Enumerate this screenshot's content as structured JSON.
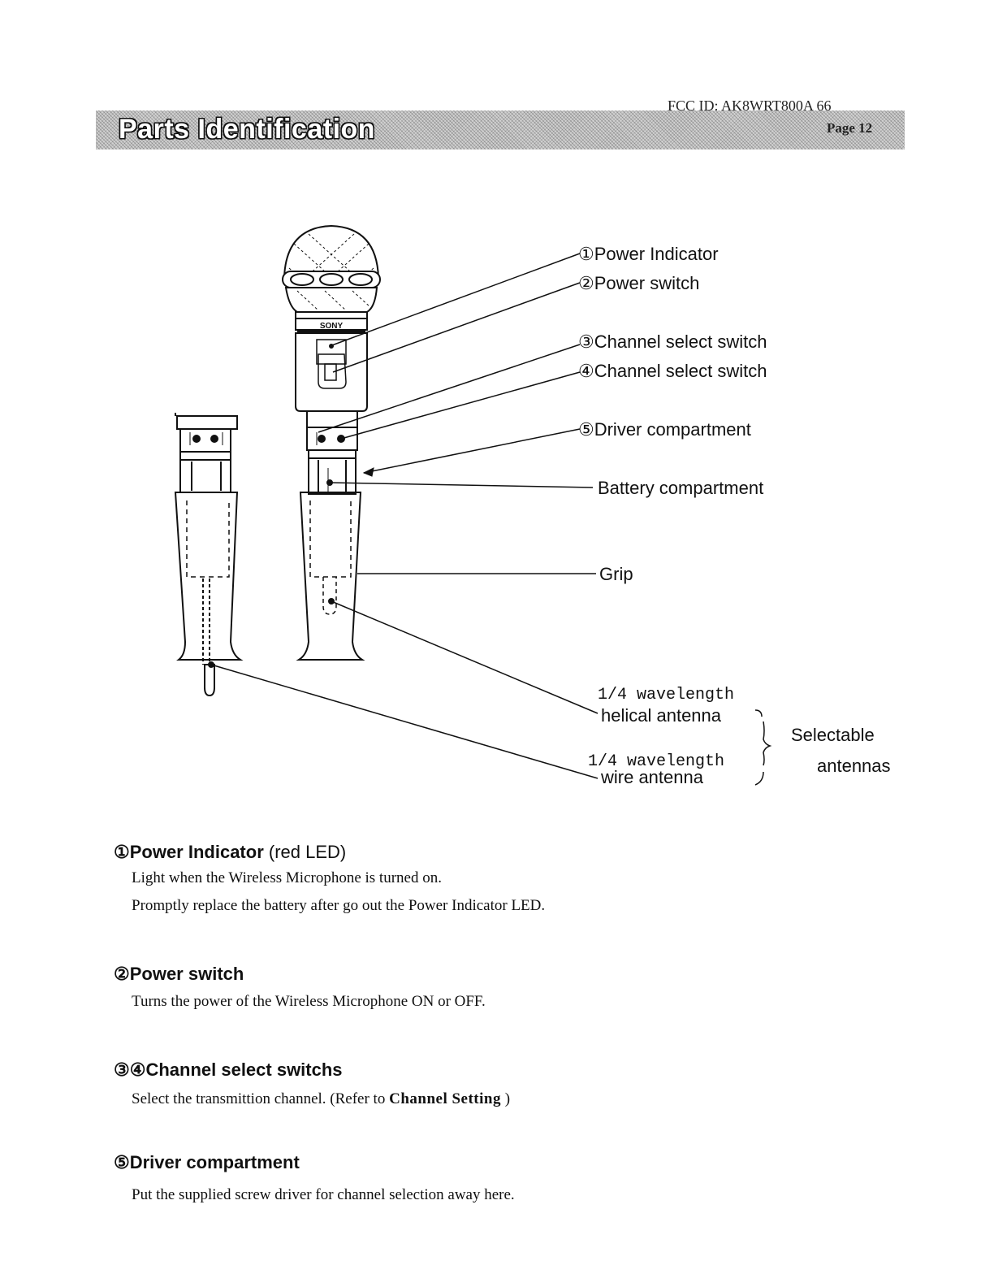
{
  "header": {
    "title": "Parts Identification",
    "fcc_id": "FCC ID: AK8WRT800A",
    "fcc_suffix": "66",
    "page": "Page 12"
  },
  "diagram": {
    "brand": "SONY",
    "labels": {
      "power_indicator": "①Power Indicator",
      "power_switch": "②Power switch",
      "channel_switch_3": "③Channel select switch",
      "channel_switch_4": "④Channel select switch",
      "driver_compartment": "⑤Driver compartment",
      "battery_compartment": "Battery compartment",
      "grip": "Grip",
      "helical_line1": "1/4 wavelength",
      "helical_line2": "helical antenna",
      "wire_line1": "1/4 wavelength",
      "wire_line2": "wire antenna",
      "selectable_line1": "Selectable",
      "selectable_line2": "antennas"
    }
  },
  "sections": [
    {
      "title": "①Power Indicator",
      "note": "(red LED)",
      "lines": [
        "Light when the Wireless Microphone is turned on.",
        "Promptly replace the battery after go out the Power Indicator LED."
      ]
    },
    {
      "title": "②Power switch",
      "lines": [
        "Turns the power of the Wireless Microphone ON or OFF."
      ]
    },
    {
      "title": "③④Channel select switchs",
      "line_prefix": "Select the transmittion channel. (Refer to",
      "line_bold": "Channel Setting",
      "line_suffix": ")"
    },
    {
      "title": "⑤Driver compartment",
      "lines": [
        "Put the supplied screw driver for channel selection away here."
      ]
    }
  ]
}
